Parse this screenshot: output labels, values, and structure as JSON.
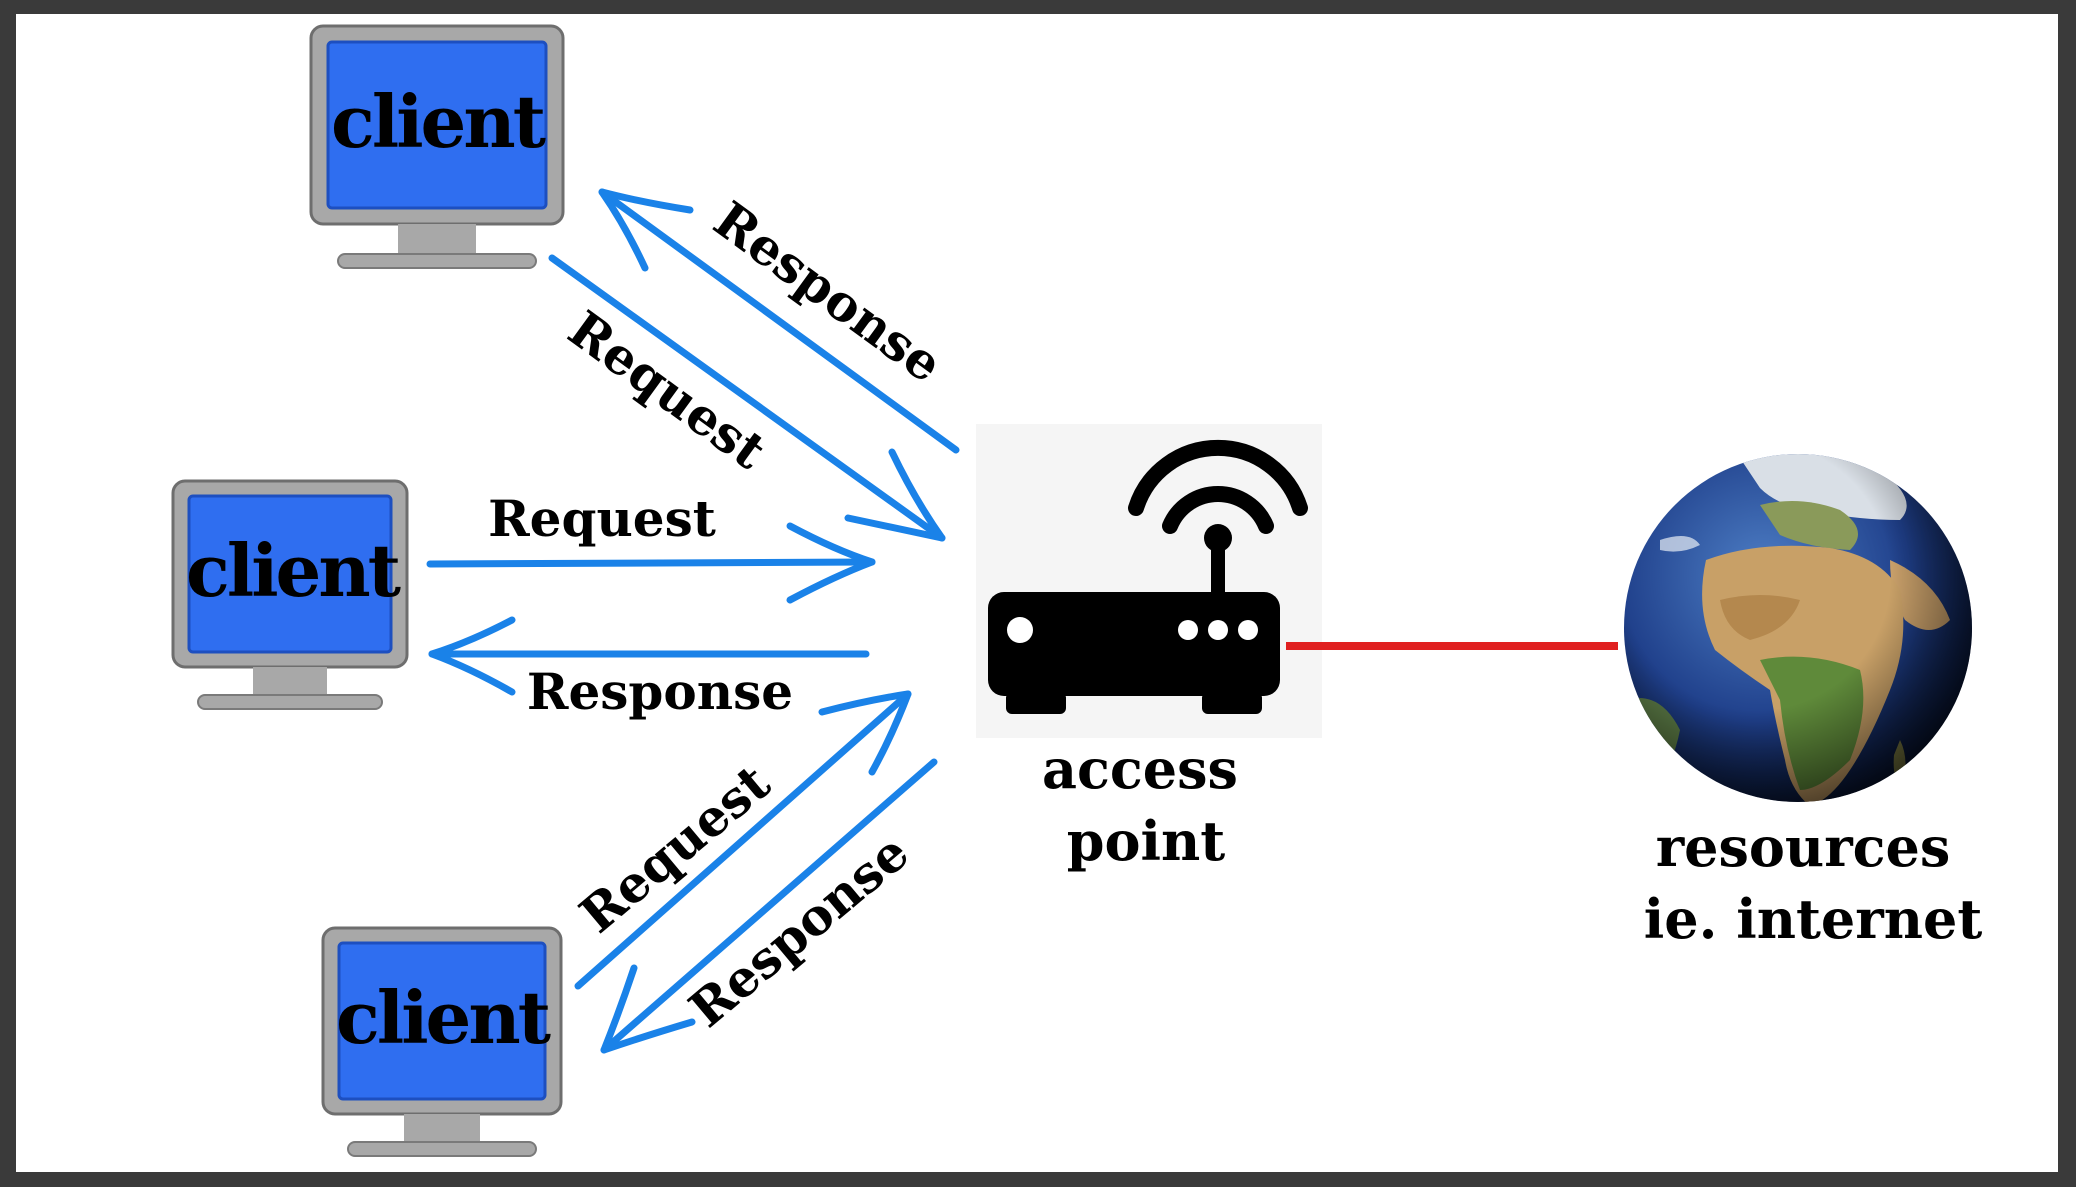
{
  "clients": [
    {
      "label": "client"
    },
    {
      "label": "client"
    },
    {
      "label": "client"
    }
  ],
  "arrows": {
    "top_response": "Response",
    "top_request": "Request",
    "mid_request": "Request",
    "mid_response": "Response",
    "bottom_request": "Request",
    "bottom_response": "Response"
  },
  "access_point": {
    "line1": "access",
    "line2": "point"
  },
  "resources": {
    "line1": "resources",
    "line2": "ie. internet"
  },
  "colors": {
    "arrow": "#1a82e8",
    "screen": "#2f6ef0",
    "monitor_frame": "#a8a8a8",
    "link": "#e02020",
    "border": "#3a3a3a"
  }
}
